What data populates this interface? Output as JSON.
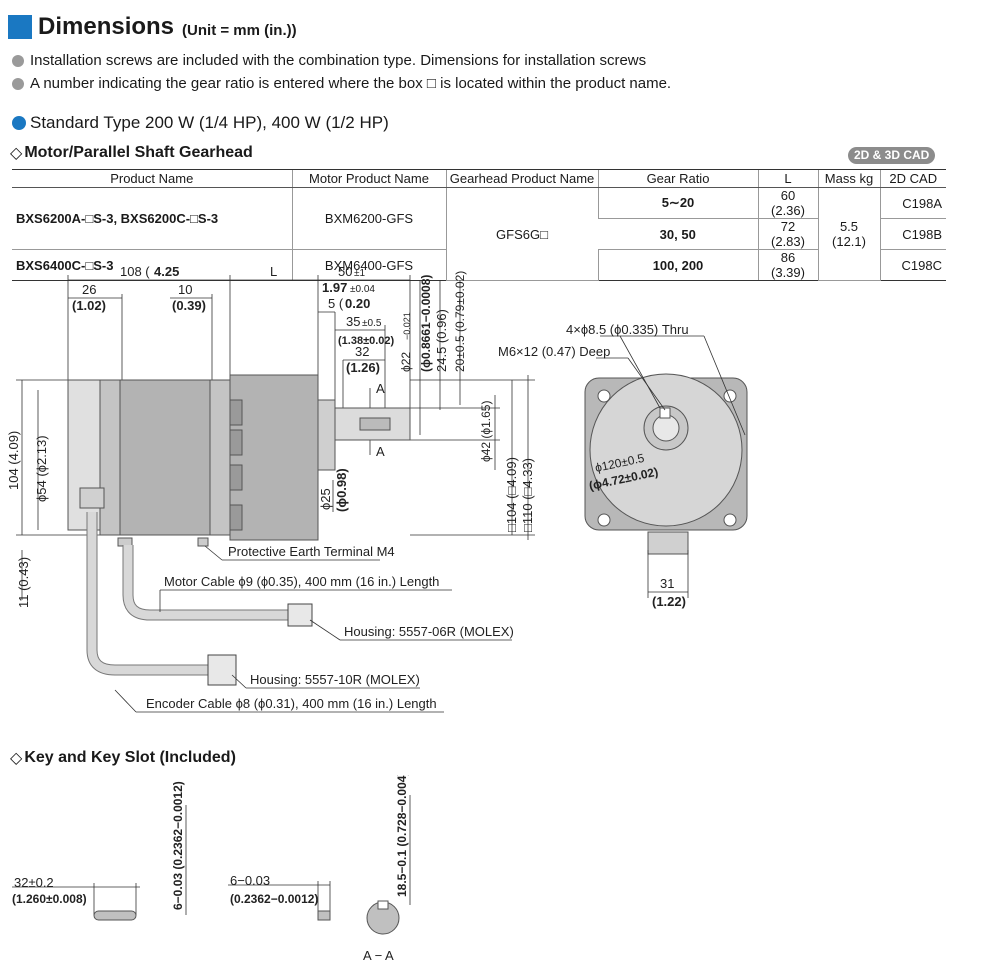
{
  "header": {
    "title": "Dimensions",
    "unit": "(Unit = mm (in.))"
  },
  "notes": [
    "Installation screws are included with the combination type. Dimensions for installation screws",
    "A number indicating the gear ratio is entered where the box □ is located within the product name."
  ],
  "section": {
    "title": "Standard Type  200 W (1/4 HP), 400 W (1/2 HP)"
  },
  "subsection": {
    "title": "Motor/Parallel Shaft Gearhead",
    "badge": "2D & 3D CAD"
  },
  "table": {
    "headers": [
      "Product Name",
      "Motor Product Name",
      "Gearhead Product Name",
      "Gear Ratio",
      "L",
      "Mass kg",
      "2D CAD"
    ],
    "row1_product": "BXS6200A-□S-3, BXS6200C-□S-3",
    "row2_product": "BXS6400C-□S-3",
    "motor1": "BXM6200-GFS",
    "motor2": "BXM6400-GFS",
    "gearhead": "GFS6G□",
    "ratios": [
      "5∼20",
      "30, 50",
      "100, 200"
    ],
    "L": [
      "60 (2.36)",
      "72 (2.83)",
      "86 (3.39)"
    ],
    "mass": "5.5",
    "mass_in": "(12.1)",
    "cad": [
      "C198A",
      "C198B",
      "C198C"
    ]
  },
  "drawing": {
    "d108": "108 (",
    "d108b": "4.25",
    "dL": "L",
    "d26": "26",
    "d26b": "(1.02)",
    "d10": "10",
    "d10b": "(0.39)",
    "d50": "50",
    "d50tol": "±1",
    "d50b": "1.97",
    "d50btol": "±0.04",
    "d5": "5 (",
    "d5b": "0.20",
    "d35": "35",
    "d35tol": "±0.5",
    "d35b": "(1.38±0.02)",
    "d32": "32",
    "d32b": "(1.26)",
    "phi22": "ϕ22",
    "phi22tol": "−0.021",
    "phi22b": "(ϕ0.8661−0.0008)",
    "d245": "24.5 (0.96)",
    "d20": "20±0.5 (0.79±0.02)",
    "holes": "4×ϕ8.5 (ϕ0.335) Thru",
    "m6": "M6×12 (0.47) Deep",
    "sectionA": "A",
    "d104": "104 (4.09)",
    "phi54": "ϕ54 (ϕ2.13)",
    "phi42": "ϕ42 (ϕ1.65)",
    "sq104": "□104 (□4.09)",
    "sq110": "□110 (□4.33)",
    "phi25": "ϕ25",
    "phi25b": "(ϕ0.98)",
    "phi120": "ϕ120±0.5",
    "phi120b": "(ϕ4.72±0.02)",
    "d11": "11 (0.43)",
    "d31": "31",
    "d31b": "(1.22)",
    "pe": "Protective Earth Terminal M4",
    "motor_cable": "Motor Cable ϕ9 (ϕ0.35), 400 mm (16 in.) Length",
    "housing1": "Housing: 5557-06R (MOLEX)",
    "housing2": "Housing: 5557-10R (MOLEX)",
    "encoder_cable": "Encoder Cable ϕ8 (ϕ0.31), 400 mm (16 in.) Length"
  },
  "key": {
    "title": "Key and Key Slot (Included)",
    "k32": "32±0.2",
    "k32b": "(1.260±0.008)",
    "k6v": "6−0.03 (0.2362−0.0012)",
    "k6": "6−0.03",
    "k6b": "(0.2362−0.0012)",
    "k185": "18.5−0.1 (0.728−0.004)",
    "aa": "A − A"
  },
  "colors": {
    "accent": "#1a78c2",
    "motor": "#b3b3b3",
    "motor_dark": "#8f8f8f"
  }
}
